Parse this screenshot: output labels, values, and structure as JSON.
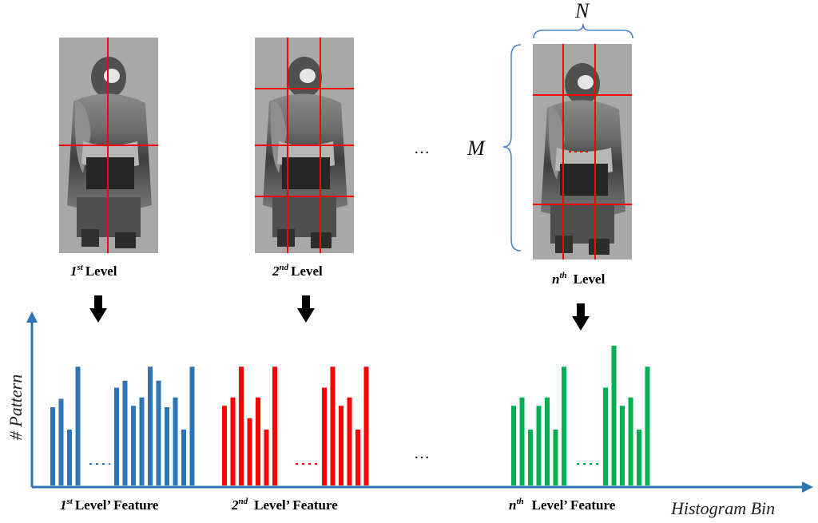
{
  "levels": [
    {
      "num": "1",
      "sup": "st",
      "word": "Level"
    },
    {
      "num": "2",
      "sup": "nd",
      "word": "Level"
    },
    {
      "num": "n",
      "sup": "th",
      "word": "Level"
    }
  ],
  "features": [
    {
      "num": "1",
      "sup": "st",
      "word": "Level’ Feature"
    },
    {
      "num": "2",
      "sup": "nd",
      "word": "Level’ Feature"
    },
    {
      "num": "n",
      "sup": "th",
      "word": "Level’ Feature"
    }
  ],
  "grid_labels": {
    "n": "N",
    "m": "M"
  },
  "ellipsis": "…",
  "axes": {
    "y_label": "# Pattern",
    "x_label": "Histogram Bin"
  },
  "colors": {
    "level1": "#2e75b6",
    "level2": "#ff0000",
    "leveln": "#00b050",
    "axis": "#2e75b6",
    "grid_line": "#ff0000"
  },
  "histograms": [
    {
      "name": "1st Level' Feature",
      "color": "#2e75b6",
      "bars_a": [
        0.56,
        0.62,
        0.4,
        0.85
      ],
      "bars_b": [
        0.7,
        0.75,
        0.57,
        0.63,
        0.85,
        0.75,
        0.56,
        0.63,
        0.4,
        0.85
      ]
    },
    {
      "name": "2nd Level' Feature",
      "color": "#ff0000",
      "bars_a": [
        0.57,
        0.63,
        0.85,
        0.48,
        0.63,
        0.4,
        0.85
      ],
      "bars_b": [
        0.7,
        0.85,
        0.57,
        0.63,
        0.4,
        0.85
      ]
    },
    {
      "name": "nth Level' Feature",
      "color": "#00b050",
      "bars_a": [
        0.57,
        0.63,
        0.4,
        0.57,
        0.63,
        0.4,
        0.85
      ],
      "bars_b": [
        0.7,
        1.0,
        0.57,
        0.63,
        0.4,
        0.85
      ]
    }
  ]
}
